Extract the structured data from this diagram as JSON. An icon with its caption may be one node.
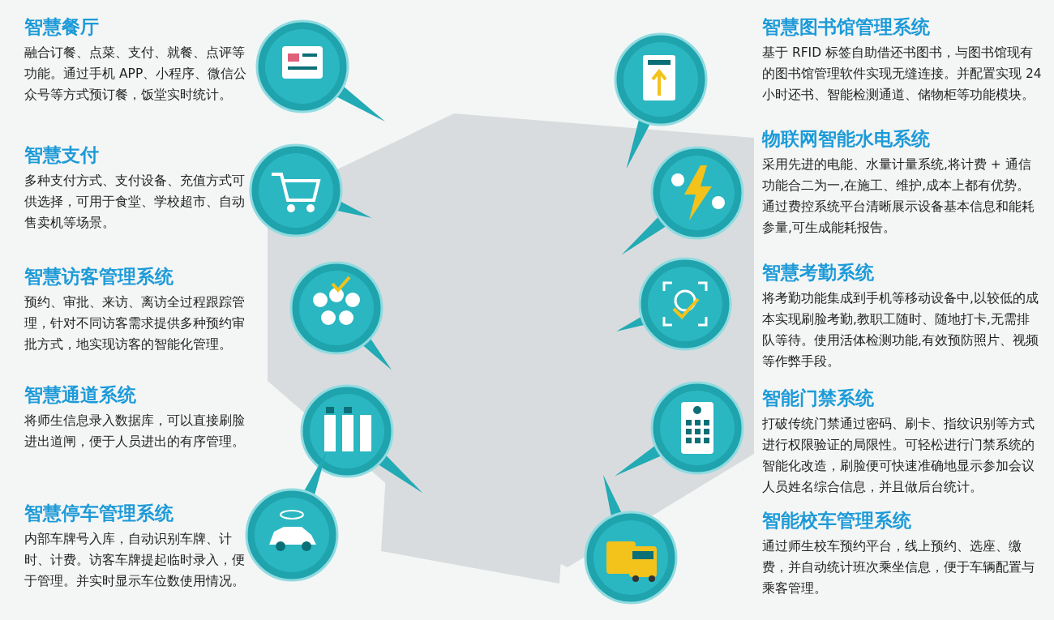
{
  "diagram": {
    "nodes": [
      {
        "text": [],
        "shape": "picture"
      },
      {
        "text": [],
        "shape": "picture"
      },
      {
        "text": [],
        "shape": "picture"
      },
      {
        "text": [],
        "shape": "picture"
      },
      {
        "text": [],
        "shape": "picture"
      },
      {
        "text": [],
        "shape": "picture"
      },
      {
        "text": [],
        "shape": "picture"
      },
      {
        "text": [],
        "shape": "picture"
      },
      {
        "text": [],
        "shape": "picture"
      },
      {
        "text": [],
        "shape": "picture"
      }
    ],
    "labels": [
      "智慧餐厅",
      "融合订餐、点菜、支付、就餐、点评等功能。通过手机 APP、小程序、微信公众号等方式预订餐，饭堂实时统计。",
      "智慧支付",
      "多种支付方式、支付设备、充值方式可供选择，可用于食堂、学校超市、自动售卖机等场景。",
      "智慧访客管理系统",
      "预约、审批、来访、离访全过程跟踪管理，针对不同访客需求提供多种预约审批方式，地实现访客的智能化管理。",
      "智慧通道系统",
      "将师生信息录入数据库，可以直接刷脸进出道闸，便于人员进出的有序管理。",
      "智慧停车管理系统",
      "内部车牌号入库，自动识别车牌、计时、计费。访客车牌提起临时录入，便于管理。并实时显示车位数使用情况。",
      "智慧图书馆管理系统",
      "基于 RFID 标签自助借还书图书，与图书馆现有的图书馆管理软件实现无缝连接。并配置实现 24 小时还书、智能检测通道、储物柜等功能模块。",
      "物联网智能水电系统",
      "采用先进的电能、水量计量系统,将计费 + 通信功能合二为一,在施工、维护,成本上都有优势。通过费控系统平台清晰展示设备基本信息和能耗参量,可生成能耗报告。",
      "智慧考勤系统",
      "将考勤功能集成到手机等移动设备中,以较低的成本实现刷脸考勤,教职工随时、随地打卡,无需排队等待。使用活体检测功能,有效预防照片、视频等作弊手段。",
      "智能门禁系统",
      "打破传统门禁通过密码、刷卡、指纹识别等方式进行权限验证的局限性。可轻松进行门禁系统的智能化改造，刷脸便可快速准确地显示参加会议人员姓名综合信息，并且做后台统计。",
      "智能校车管理系统",
      "通过师生校车预约平台，线上预约、选座、缴费，并自动统计班次乘坐信息，便于车辆配置与乘客管理。"
    ]
  }
}
